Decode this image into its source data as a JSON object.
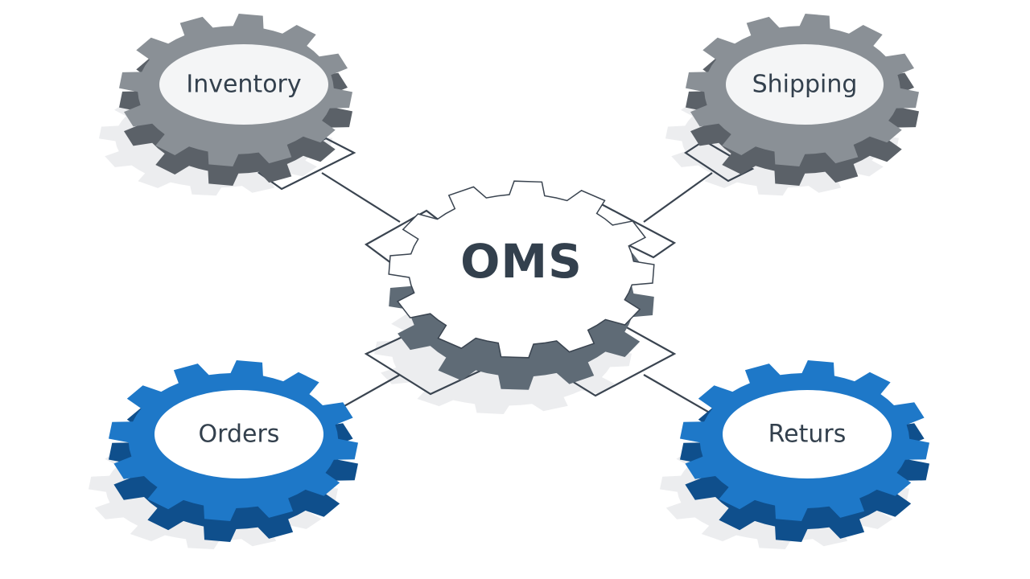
{
  "diagram": {
    "center": {
      "label": "OMS",
      "face_color": "#ffffff",
      "side_color": "#5f6b76",
      "outline_color": "#3a4450"
    },
    "nodes": [
      {
        "id": "inventory",
        "label": "Inventory",
        "face_color": "#8a9096",
        "side_color": "#5b6168",
        "ellipse_color": "#f4f5f6"
      },
      {
        "id": "shipping",
        "label": "Shipping",
        "face_color": "#8a9096",
        "side_color": "#5b6168",
        "ellipse_color": "#f4f5f6"
      },
      {
        "id": "orders",
        "label": "Orders",
        "face_color": "#1e78c8",
        "side_color": "#0f4f8c",
        "ellipse_color": "#ffffff"
      },
      {
        "id": "returns",
        "label": "Returs",
        "face_color": "#1e78c8",
        "side_color": "#0f4f8c",
        "ellipse_color": "#ffffff"
      }
    ],
    "connectors": [
      {
        "from": "oms",
        "to": "inventory"
      },
      {
        "from": "oms",
        "to": "shipping"
      },
      {
        "from": "oms",
        "to": "orders"
      },
      {
        "from": "oms",
        "to": "returns"
      }
    ],
    "shadow_color": "#e4e6e8"
  }
}
